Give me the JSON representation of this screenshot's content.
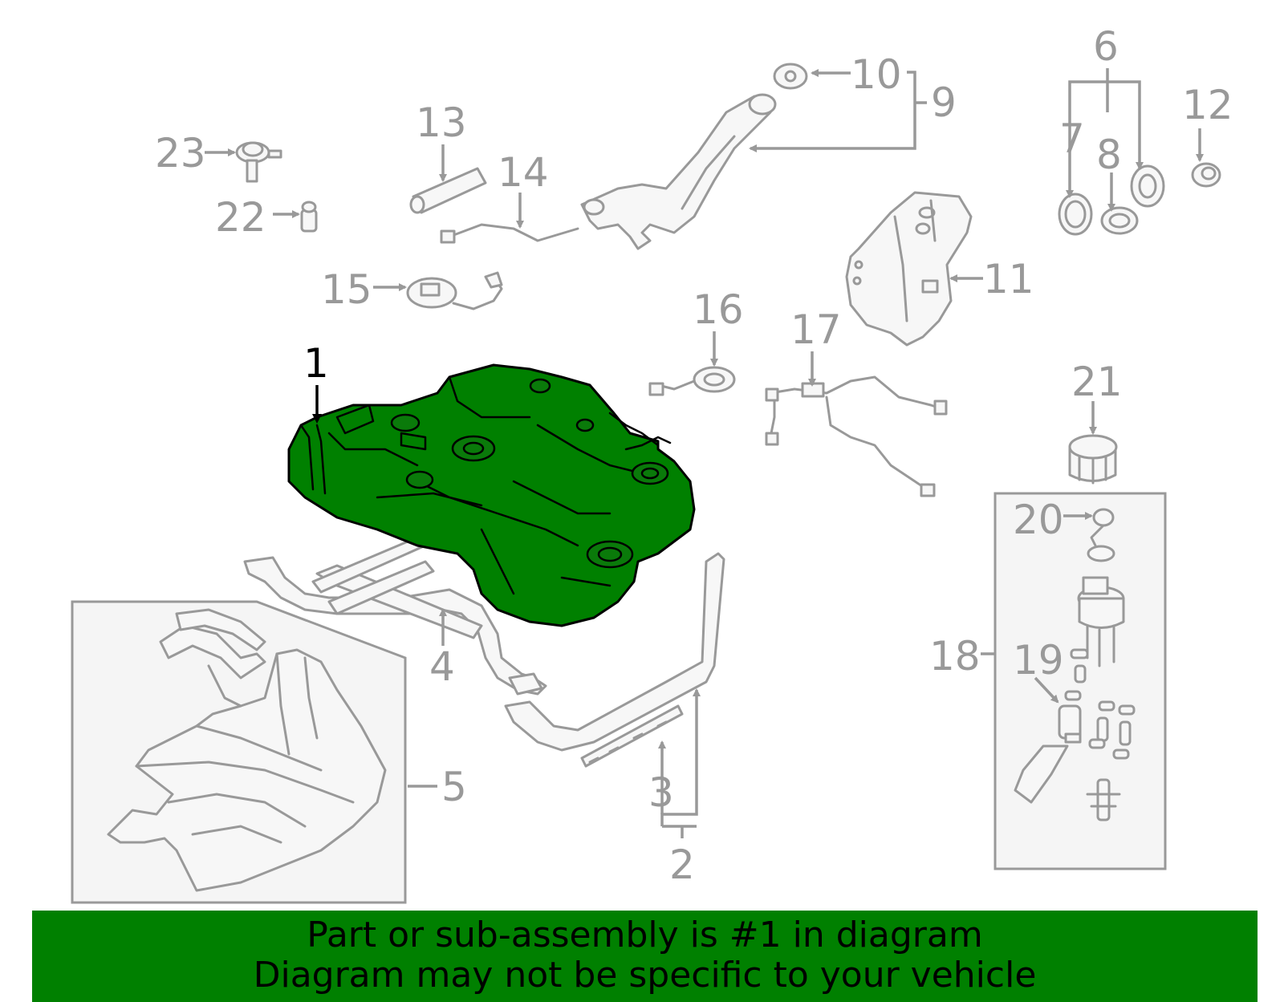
{
  "callouts": {
    "c1": "1",
    "c2": "2",
    "c3": "3",
    "c4": "4",
    "c5": "5",
    "c6": "6",
    "c7": "7",
    "c8": "8",
    "c9": "9",
    "c10": "10",
    "c11": "11",
    "c12": "12",
    "c13": "13",
    "c14": "14",
    "c15": "15",
    "c16": "16",
    "c17": "17",
    "c18": "18",
    "c19": "19",
    "c20": "20",
    "c21": "21",
    "c22": "22",
    "c23": "23"
  },
  "highlight_part": "1",
  "colors": {
    "highlight": "#008000",
    "banner_background": "#008000",
    "line_art": "#999999",
    "highlight_label": "#000000"
  },
  "banner": {
    "line1": "Part or sub-assembly is #1 in diagram",
    "line2": "Diagram may not be specific to your vehicle"
  }
}
